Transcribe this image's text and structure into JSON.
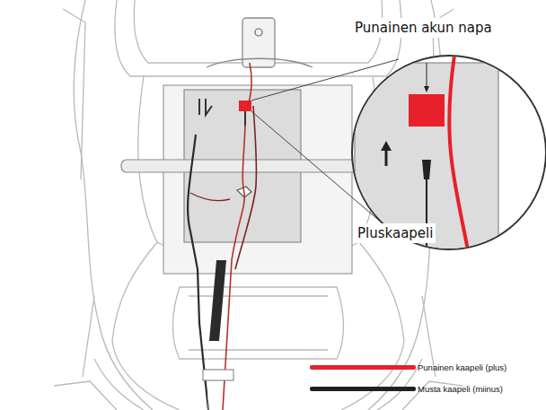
{
  "diagram": {
    "labels": [
      "Punainen akun napa",
      "Pluskaapeli"
    ],
    "legend": [
      {
        "text": "Punainen kaapeli (plus)",
        "color": "#e8202a"
      },
      {
        "text": "Musta kaapeli (miinus)",
        "color": "#231f20"
      }
    ]
  }
}
